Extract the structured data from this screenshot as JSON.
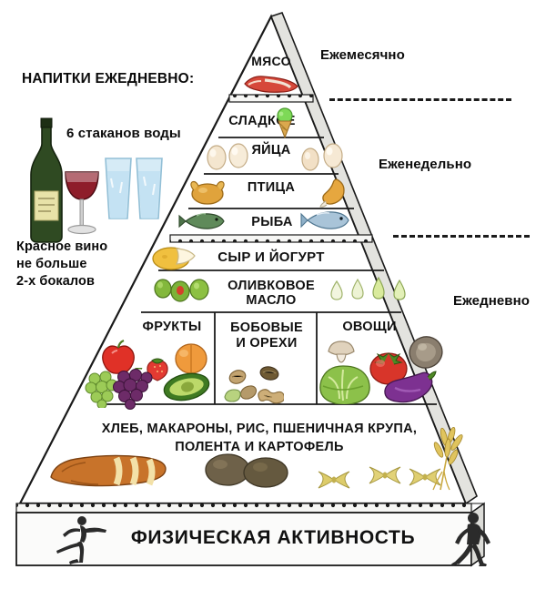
{
  "annotations": {
    "drinks_title": "НАПИТКИ ЕЖЕДНЕВНО:",
    "water_note": "6 стаканов воды",
    "wine_note": "Красное вино\nне больше\n2-х бокалов",
    "frequency_monthly": "Ежемесячно",
    "frequency_weekly": "Еженедельно",
    "frequency_daily": "Ежедневно"
  },
  "pyramid": {
    "tiers": [
      {
        "id": "meat",
        "label": "МЯСО",
        "frequency": "Ежемесячно",
        "foods": [
          "steak"
        ]
      },
      {
        "id": "sweets",
        "label": "СЛАДКОЕ",
        "frequency": "Еженедельно",
        "foods": [
          "ice-cream-cone"
        ]
      },
      {
        "id": "eggs",
        "label": "ЯЙЦА",
        "frequency": "Еженедельно",
        "foods": [
          "egg",
          "egg",
          "egg",
          "egg"
        ]
      },
      {
        "id": "poultry",
        "label": "ПТИЦА",
        "frequency": "Еженедельно",
        "foods": [
          "roast-chicken",
          "chicken-drumstick"
        ]
      },
      {
        "id": "fish",
        "label": "РЫБА",
        "frequency": "Еженедельно",
        "foods": [
          "green-fish",
          "blue-fish"
        ]
      },
      {
        "id": "dairy",
        "label": "СЫР И ЙОГУРТ",
        "frequency": "Ежедневно",
        "foods": [
          "cheese-wheel"
        ]
      },
      {
        "id": "olive-oil",
        "label": "ОЛИВКОВОЕ\nМАСЛО",
        "frequency": "Ежедневно",
        "foods": [
          "olive",
          "olive",
          "olive",
          "oil-drop",
          "oil-drop",
          "oil-drop",
          "oil-drop"
        ]
      },
      {
        "id": "fruits",
        "label": "ФРУКТЫ",
        "frequency": "Ежедневно",
        "foods": [
          "apple",
          "strawberry",
          "peach",
          "green-grapes",
          "purple-grapes",
          "avocado"
        ]
      },
      {
        "id": "legumes",
        "label": "БОБОВЫЕ\nИ ОРЕХИ",
        "frequency": "Ежедневно",
        "foods": [
          "nut",
          "nut",
          "nut",
          "bean",
          "peanut"
        ]
      },
      {
        "id": "vegetables",
        "label": "ОВОЩИ",
        "frequency": "Ежедневно",
        "foods": [
          "mushroom",
          "cabbage",
          "tomato",
          "portobello",
          "eggplant"
        ]
      },
      {
        "id": "grains",
        "label": "ХЛЕБ, МАКАРОНЫ, РИС, ПШЕНИЧНАЯ КРУПА,\nПОЛЕНТА И КАРТОФЕЛЬ",
        "frequency": "Ежедневно",
        "foods": [
          "baguette",
          "bread-roll",
          "bread-roll",
          "farfalle",
          "farfalle",
          "farfalle",
          "wheat"
        ]
      }
    ],
    "base_band": {
      "label": "ФИЗИЧЕСКАЯ АКТИВНОСТЬ",
      "figures": [
        "dancer-silhouette",
        "walker-silhouette"
      ]
    },
    "drink_icons": [
      "wine-bottle",
      "wine-glass",
      "water-glass",
      "water-glass"
    ]
  },
  "colors": {
    "outline": "#1a1a1a",
    "text": "#111111",
    "band_fill": "#f4f4f2",
    "side_fill": "#d8d8d4",
    "wine_red": "#8e1d2a",
    "bottle_green": "#2f4a22",
    "water_blue": "#cfe8f5",
    "tomato_red": "#d8352a",
    "eggplant_purple": "#7d3191",
    "cabbage_green": "#7fbf4a",
    "olive_green": "#8fbf3f",
    "bread_brown": "#c8732a",
    "pasta_yellow": "#ddcc6a"
  }
}
